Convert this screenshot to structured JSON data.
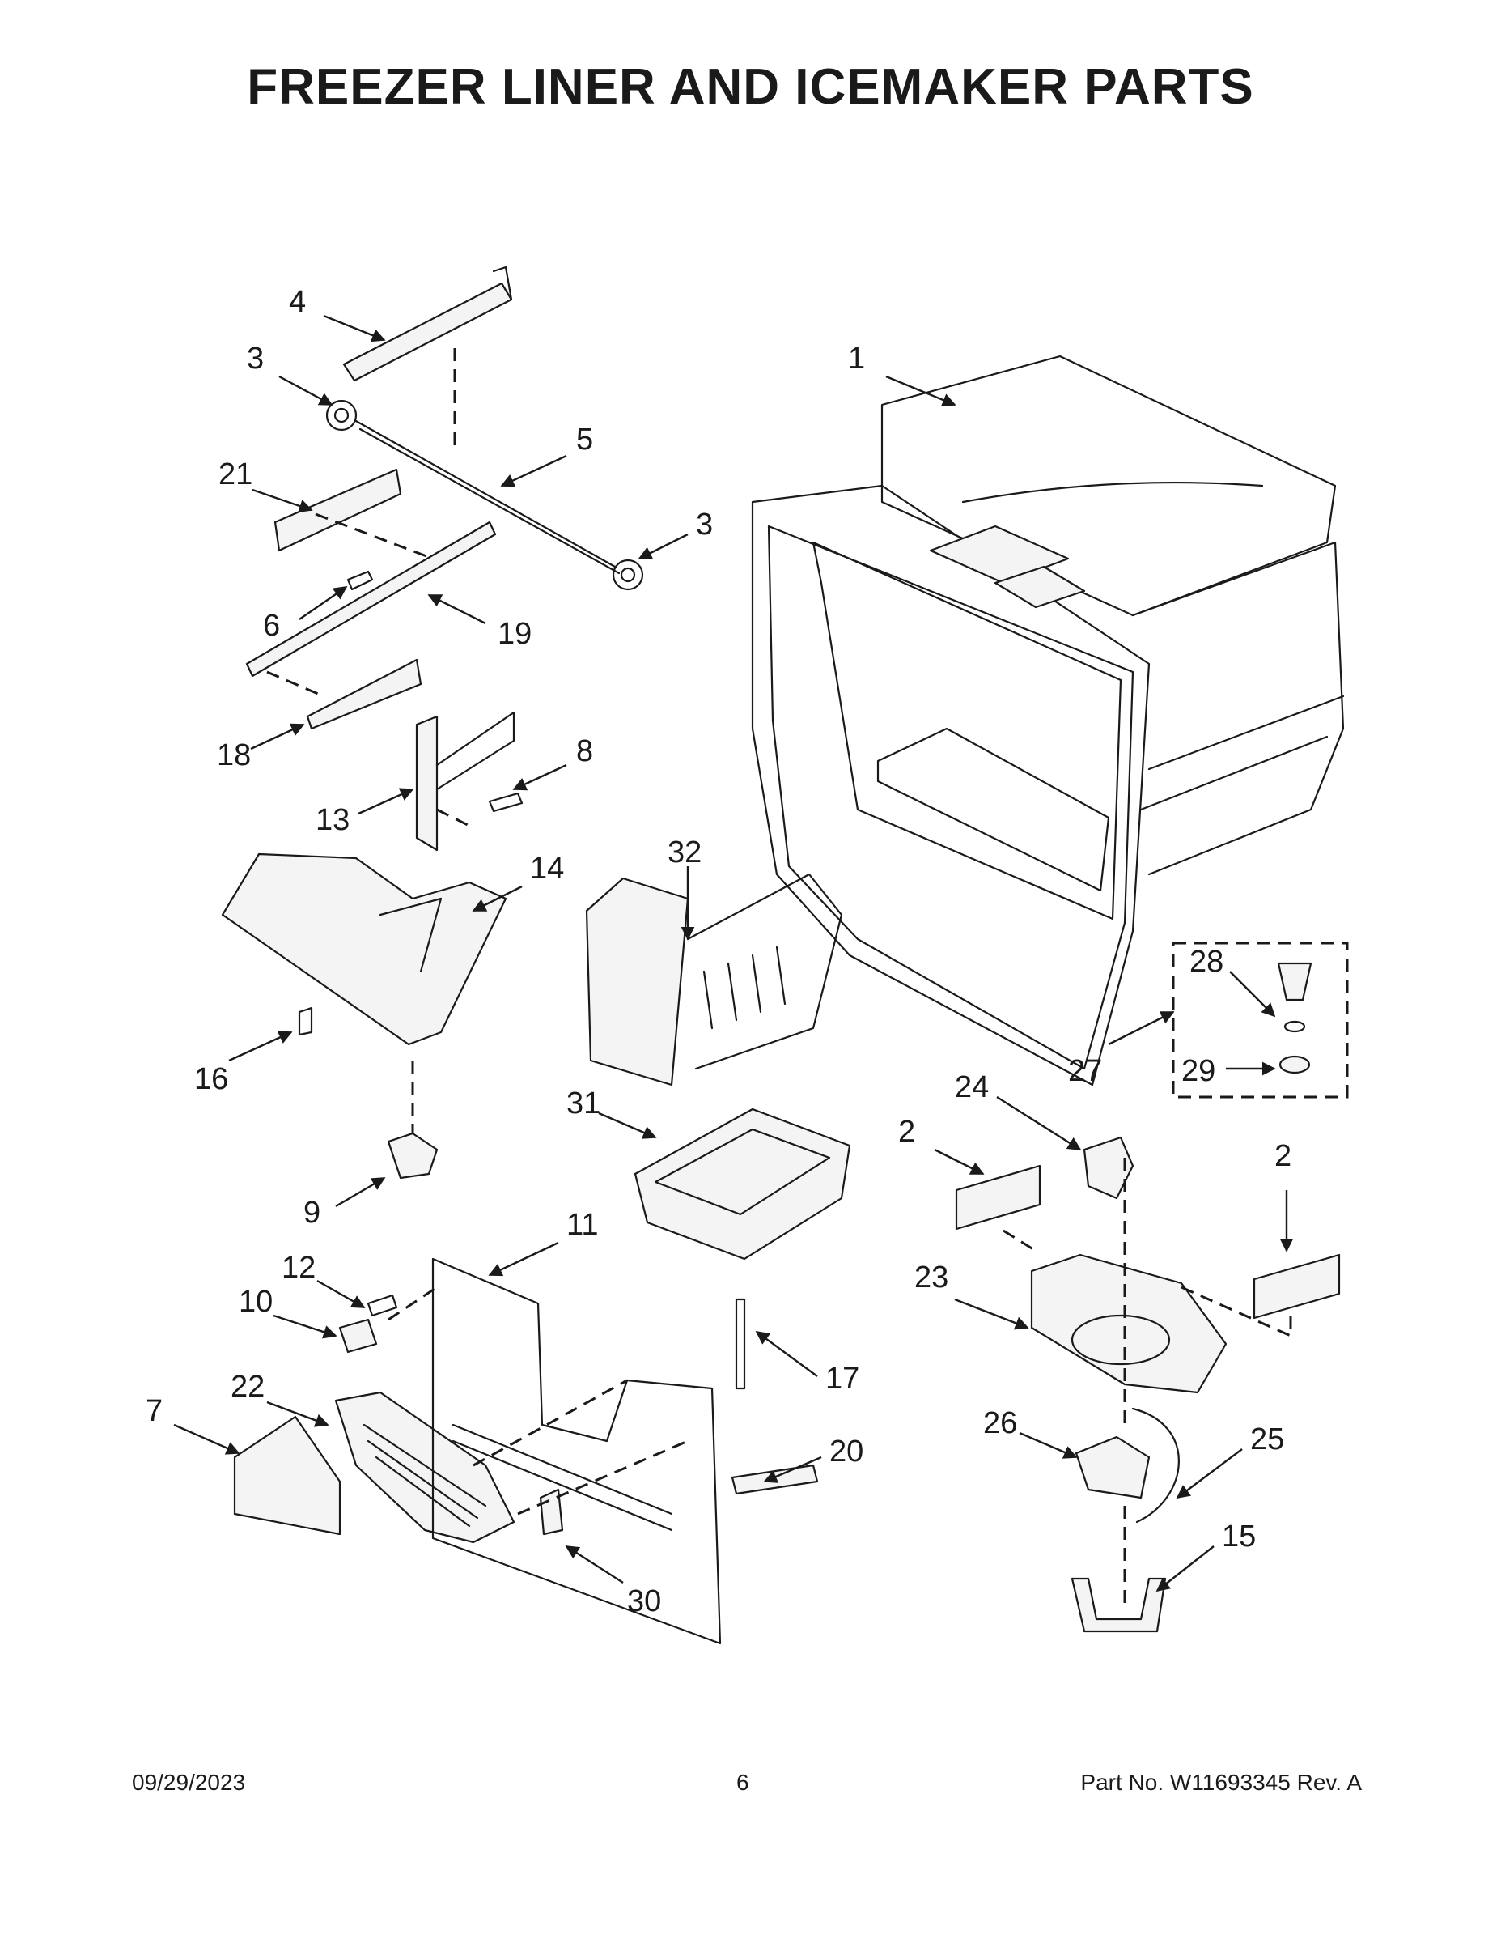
{
  "title": "FREEZER LINER AND ICEMAKER PARTS",
  "callouts": [
    "1",
    "2",
    "2",
    "3",
    "3",
    "4",
    "5",
    "6",
    "7",
    "8",
    "9",
    "10",
    "11",
    "12",
    "13",
    "14",
    "15",
    "16",
    "17",
    "18",
    "19",
    "20",
    "21",
    "22",
    "23",
    "24",
    "25",
    "26",
    "27",
    "28",
    "29",
    "30",
    "31",
    "32"
  ],
  "footer": {
    "date": "09/29/2023",
    "page": "6",
    "part_number": "Part No.  W11693345  Rev.  A"
  }
}
